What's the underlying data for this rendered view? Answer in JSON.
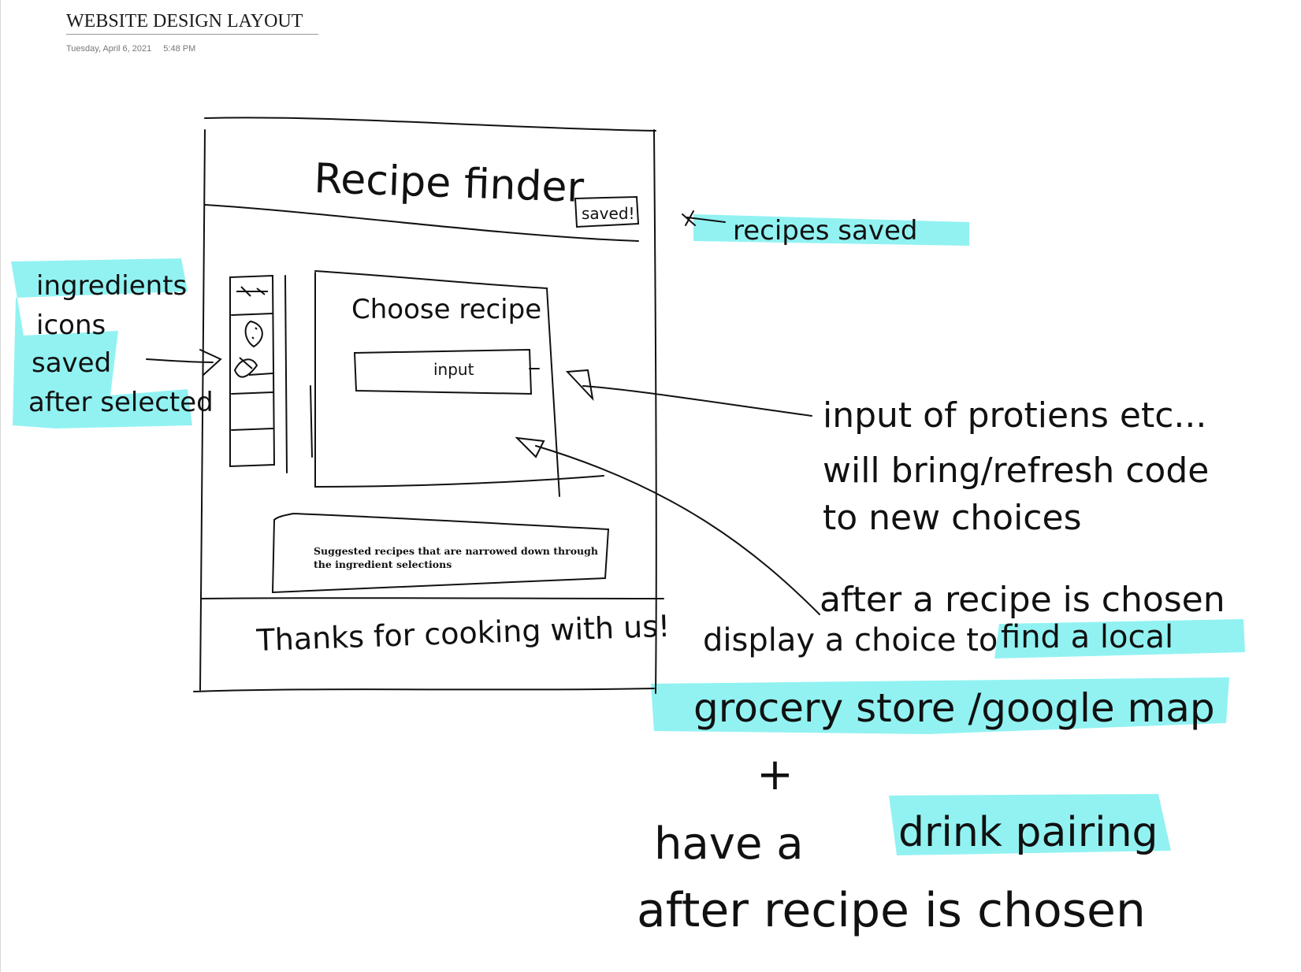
{
  "note": {
    "title": "WEBSITE DESIGN LAYOUT",
    "date": "Tuesday, April 6, 2021",
    "time": "5:48 PM"
  },
  "wireframe": {
    "header_title": "Recipe finder",
    "saved_button": "saved!",
    "panel_title": "Choose recipe",
    "input_label": "input",
    "suggested_text": "Suggested recipes that are narrowed down through the ingredient  selections",
    "footer_text": "Thanks for cooking with us!"
  },
  "annotations": {
    "recipes_saved": "recipes saved",
    "ingredients_lines": [
      "ingredients",
      "icons",
      "saved",
      "after selected"
    ],
    "input_note_lines": [
      "input of protiens etc...",
      "will bring/refresh code",
      "to new choices"
    ],
    "after_chosen_line1": "after a recipe is chosen",
    "display_choice_prefix": "display a choice to",
    "display_choice_highlight": "find a local",
    "grocery_line": "grocery store /google map",
    "plus_sign": "+",
    "have_a": "have  a",
    "drink_pairing": "drink pairing",
    "after_recipe_line": "after recipe is chosen"
  },
  "colors": {
    "highlight": "#7ff0f0",
    "ink": "#111111"
  }
}
